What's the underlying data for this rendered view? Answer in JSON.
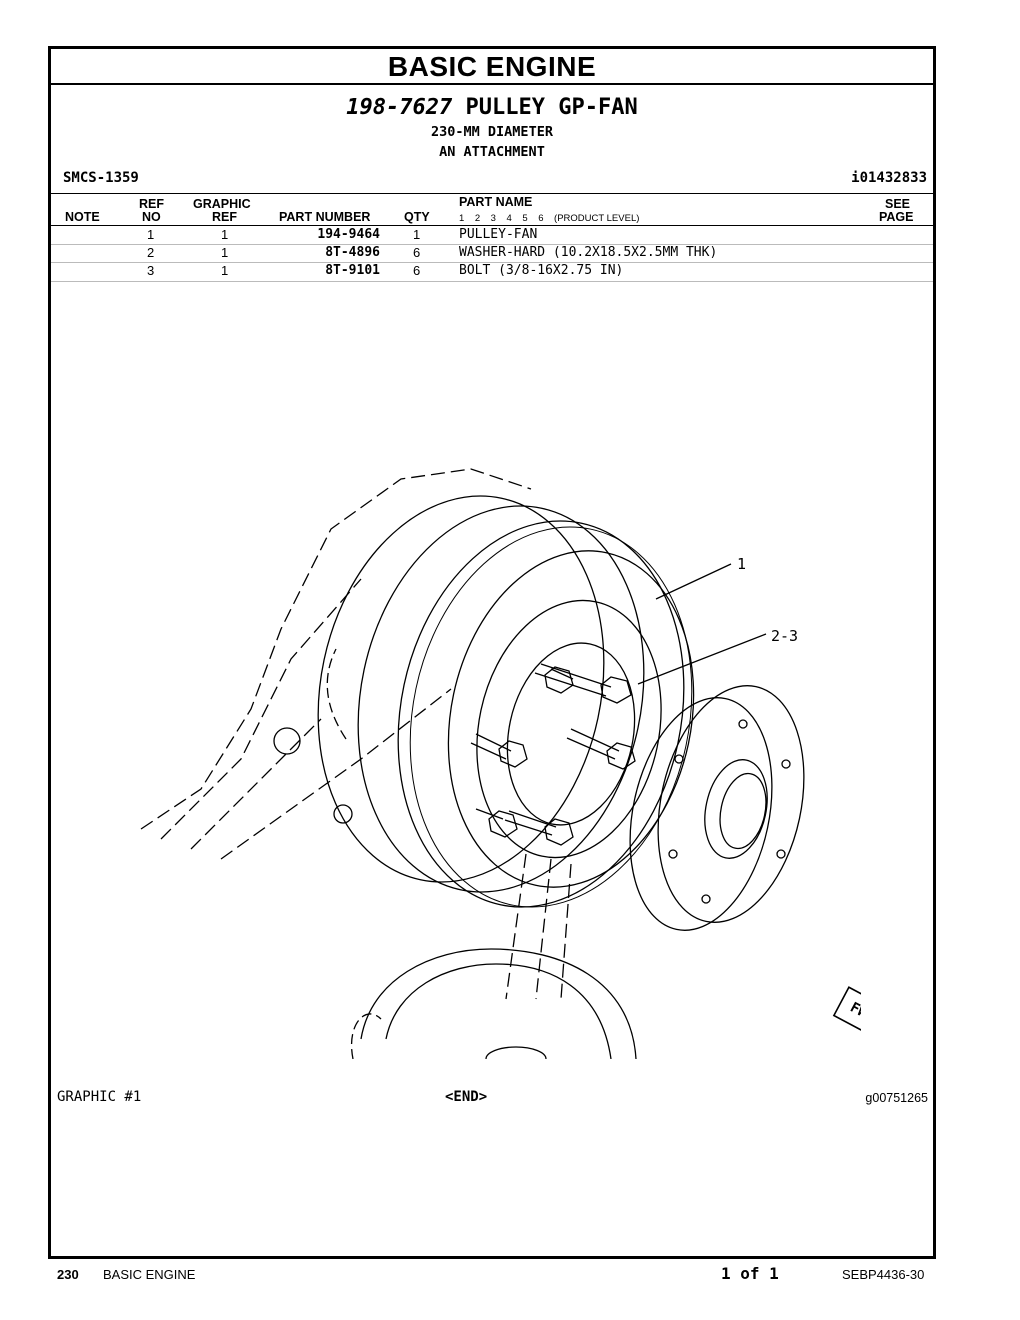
{
  "header": {
    "section_title": "BASIC ENGINE",
    "part_number": "198-7627",
    "part_name": "PULLEY GP-FAN",
    "line1": "230-MM DIAMETER",
    "line2": "AN ATTACHMENT",
    "smcs": "SMCS-1359",
    "illustration_id": "i01432833"
  },
  "table": {
    "columns": {
      "note": "NOTE",
      "ref_top": "REF",
      "ref_bottom": "NO",
      "graphic_top": "GRAPHIC",
      "graphic_bottom": "REF",
      "part_number": "PART NUMBER",
      "qty": "QTY",
      "part_name": "PART NAME",
      "levels": "1    2    3    4    5    6    (PRODUCT LEVEL)",
      "see_top": "SEE",
      "see_bottom": "PAGE"
    },
    "rows": [
      {
        "ref": "1",
        "graphic": "1",
        "part_number": "194-9464",
        "qty": "1",
        "name": "PULLEY-FAN"
      },
      {
        "ref": "2",
        "graphic": "1",
        "part_number": "8T-4896",
        "qty": "6",
        "name": "WASHER-HARD (10.2X18.5X2.5MM THK)"
      },
      {
        "ref": "3",
        "graphic": "1",
        "part_number": "8T-9101",
        "qty": "6",
        "name": "BOLT (3/8-16X2.75 IN)"
      }
    ]
  },
  "graphic": {
    "callout1": "1",
    "callout2": "2-3",
    "fwd": "FWD",
    "label": "GRAPHIC #1",
    "end": "<END>",
    "graphic_id": "g00751265"
  },
  "footer": {
    "page": "230",
    "section": "BASIC ENGINE",
    "page_of": "1 of 1",
    "doc": "SEBP4436-30"
  }
}
